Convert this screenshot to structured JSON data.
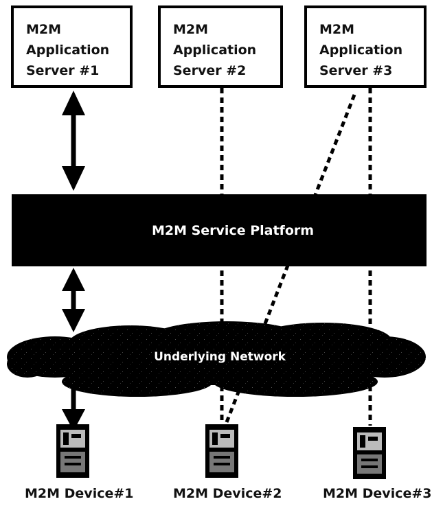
{
  "servers": [
    {
      "line1": "M2M",
      "line2": "Application",
      "line3": "Server #1"
    },
    {
      "line1": "M2M",
      "line2": "Application",
      "line3": "Server #2"
    },
    {
      "line1": "M2M",
      "line2": "Application",
      "line3": "Server #3"
    }
  ],
  "platform": {
    "label": "M2M Service Platform"
  },
  "network": {
    "label": "Underlying Network"
  },
  "devices": [
    {
      "label": "M2M Device#1"
    },
    {
      "label": "M2M Device#2"
    },
    {
      "label": "M2M Device#3"
    }
  ],
  "colors": {
    "foreground": "#000000",
    "background": "#ffffff"
  }
}
